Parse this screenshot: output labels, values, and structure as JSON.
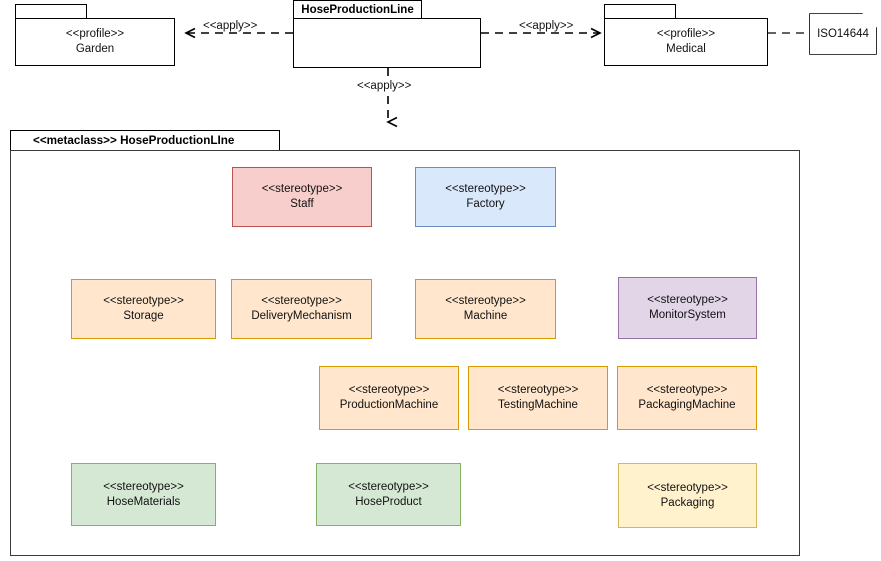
{
  "diagram": {
    "title": "HoseProductionLine UML Profile Diagram",
    "colors": {
      "pink_fill": "#f8cecc",
      "pink_stroke": "#b85450",
      "blue_fill": "#dae8fc",
      "blue_stroke": "#6c8ebf",
      "orange_fill": "#ffe6cc",
      "orange_stroke": "#d79b00",
      "purple_fill": "#e1d5e7",
      "purple_stroke": "#9673a6",
      "green_fill": "#d5e8d4",
      "green_stroke": "#82b366",
      "yellow_fill": "#fff2cc",
      "yellow_stroke": "#d6b656",
      "white_fill": "#ffffff",
      "black_stroke": "#000000",
      "line": "#4d4d4d"
    }
  },
  "top": {
    "packages": [
      {
        "id": "garden",
        "stereotype": "<<profile>>",
        "name": "Garden"
      },
      {
        "id": "medical",
        "stereotype": "<<profile>>",
        "name": "Medical"
      }
    ],
    "center_package": {
      "id": "hoseproductionline",
      "name": "HoseProductionLine"
    },
    "note": {
      "id": "iso",
      "text": "ISO14644"
    },
    "edge_labels": {
      "apply_left": "<<apply>>",
      "apply_right": "<<apply>>",
      "apply_down": "<<apply>>"
    }
  },
  "metaclass_frame": {
    "stereotype": "<<metaclass>>",
    "name": "HoseProductionLIne",
    "header": "<<metaclass>> HoseProductionLIne"
  },
  "stereotypes": [
    {
      "id": "staff",
      "keyword": "<<stereotype>>",
      "name": "Staff",
      "color": "pink"
    },
    {
      "id": "factory",
      "keyword": "<<stereotype>>",
      "name": "Factory",
      "color": "blue"
    },
    {
      "id": "storage",
      "keyword": "<<stereotype>>",
      "name": "Storage",
      "color": "orange"
    },
    {
      "id": "deliverymechanism",
      "keyword": "<<stereotype>>",
      "name": "DeliveryMechanism",
      "color": "orange"
    },
    {
      "id": "machine",
      "keyword": "<<stereotype>>",
      "name": "Machine",
      "color": "orange"
    },
    {
      "id": "monitorsystem",
      "keyword": "<<stereotype>>",
      "name": "MonitorSystem",
      "color": "purple"
    },
    {
      "id": "productionmachine",
      "keyword": "<<stereotype>>",
      "name": "ProductionMachine",
      "color": "orange"
    },
    {
      "id": "testingmachine",
      "keyword": "<<stereotype>>",
      "name": "TestingMachine",
      "color": "orange"
    },
    {
      "id": "packagingmachine",
      "keyword": "<<stereotype>>",
      "name": "PackagingMachine",
      "color": "orange"
    },
    {
      "id": "hosematerials",
      "keyword": "<<stereotype>>",
      "name": "HoseMaterials",
      "color": "green"
    },
    {
      "id": "hoseproduct",
      "keyword": "<<stereotype>>",
      "name": "HoseProduct",
      "color": "green"
    },
    {
      "id": "packaging",
      "keyword": "<<stereotype>>",
      "name": "Packaging",
      "color": "yellow"
    }
  ],
  "relationships": [
    {
      "from": "hoseproductionline",
      "to": "garden",
      "type": "apply",
      "label": "<<apply>>"
    },
    {
      "from": "hoseproductionline",
      "to": "medical",
      "type": "apply",
      "label": "<<apply>>"
    },
    {
      "from": "hoseproductionline",
      "to": "metaclass_frame",
      "type": "apply",
      "label": "<<apply>>"
    },
    {
      "from": "medical",
      "to": "iso",
      "type": "dependency",
      "label": ""
    },
    {
      "from": "staff",
      "to": "factory",
      "type": "association",
      "label": ""
    },
    {
      "from": "staff",
      "to": "machine",
      "type": "association",
      "label": ""
    },
    {
      "from": "factory",
      "to": "machine",
      "type": "association",
      "label": ""
    },
    {
      "from": "factory",
      "to": "monitorsystem",
      "type": "association",
      "label": ""
    },
    {
      "from": "storage",
      "to": "deliverymechanism",
      "type": "association",
      "label": ""
    },
    {
      "from": "deliverymechanism",
      "to": "machine",
      "type": "association",
      "label": ""
    },
    {
      "from": "machine",
      "to": "monitorsystem",
      "type": "association",
      "label": ""
    },
    {
      "from": "storage",
      "to": "hosematerials",
      "type": "association",
      "label": ""
    },
    {
      "from": "storage",
      "to": "packaging",
      "type": "association",
      "label": ""
    },
    {
      "from": "deliverymechanism",
      "to": "hosematerials",
      "type": "association",
      "label": ""
    },
    {
      "from": "productionmachine",
      "to": "machine",
      "type": "generalization",
      "label": ""
    },
    {
      "from": "testingmachine",
      "to": "machine",
      "type": "generalization",
      "label": ""
    },
    {
      "from": "packagingmachine",
      "to": "machine",
      "type": "generalization",
      "label": ""
    },
    {
      "from": "productionmachine",
      "to": "hoseproduct",
      "type": "association",
      "label": ""
    },
    {
      "from": "testingmachine",
      "to": "hoseproduct",
      "type": "association",
      "label": ""
    },
    {
      "from": "packagingmachine",
      "to": "packaging",
      "type": "association",
      "label": ""
    },
    {
      "from": "hosematerials",
      "to": "hoseproduct",
      "type": "association",
      "label": ""
    },
    {
      "from": "hoseproduct",
      "to": "packaging",
      "type": "association",
      "label": ""
    }
  ]
}
